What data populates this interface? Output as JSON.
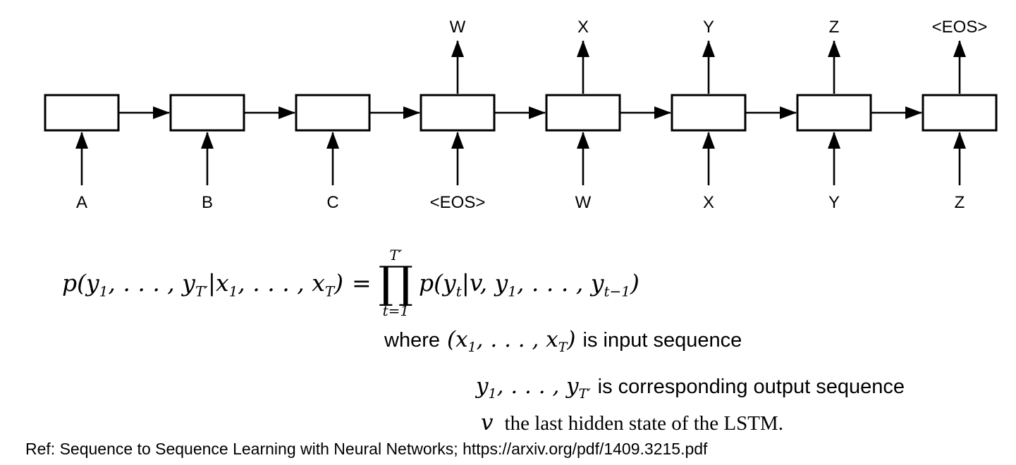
{
  "diagram": {
    "units": [
      {
        "input": "A"
      },
      {
        "input": "B"
      },
      {
        "input": "C"
      },
      {
        "input": "<EOS>",
        "output": "W"
      },
      {
        "input": "W",
        "output": "X"
      },
      {
        "input": "X",
        "output": "Y"
      },
      {
        "input": "Y",
        "output": "Z"
      },
      {
        "input": "Z",
        "output": "<EOS>"
      }
    ]
  },
  "math": {
    "formula": {
      "lhs": [
        "p(y",
        "1",
        ", . . . , y",
        "T′",
        "|x",
        "1",
        ", . . . , x",
        "T",
        ")",
        "="
      ],
      "prod": {
        "top": "T′",
        "sym": "∏",
        "bottom": "t=1"
      },
      "rhs": [
        "p(y",
        "t",
        "|v, y",
        "1",
        ", . . . , y",
        "t−1",
        ")"
      ]
    },
    "where": {
      "label": "where",
      "math": [
        "(x",
        "1",
        ", . . . , x",
        "T",
        ")"
      ],
      "text": "is input sequence"
    },
    "output_line": {
      "math": [
        "y",
        "1",
        ", . . . , y",
        "T′"
      ],
      "text": "is corresponding output sequence"
    },
    "hidden_line": {
      "math": "v",
      "text": "the last hidden state of the LSTM."
    }
  },
  "footer": {
    "reference": "Ref: Sequence to Sequence Learning with Neural Networks; https://arxiv.org/pdf/1409.3215.pdf"
  }
}
